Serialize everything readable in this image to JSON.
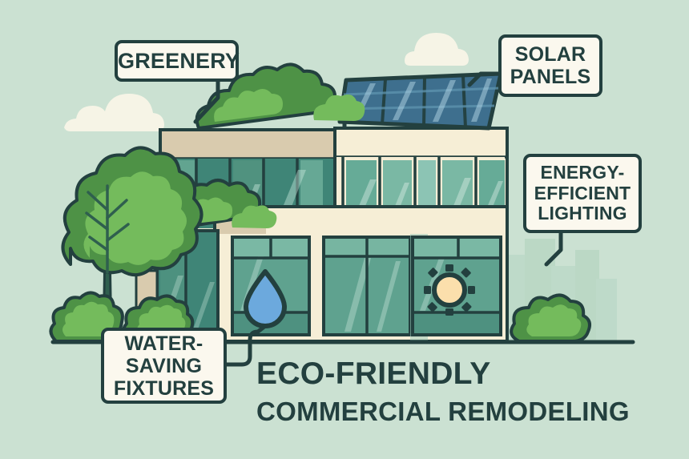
{
  "illustration": {
    "subject": "eco-friendly commercial building",
    "background_color": "#cbe1d2",
    "outline_color": "#23403f"
  },
  "title": {
    "line1": "ECO-FRIENDLY",
    "line2": "COMMERCIAL REMODELING",
    "color": "#23403f"
  },
  "callouts": [
    {
      "id": "greenery",
      "label": "GREENERY",
      "lines": [
        "GREENERY"
      ],
      "points_to": "rooftop-garden-shrubs"
    },
    {
      "id": "solar",
      "label": "SOLAR PANELS",
      "lines": [
        "SOLAR",
        "PANELS"
      ],
      "points_to": "rooftop-solar-array"
    },
    {
      "id": "lighting",
      "label": "ENERGY-EFFICIENT LIGHTING",
      "lines": [
        "ENERGY-",
        "EFFICIENT",
        "LIGHTING"
      ],
      "points_to": "sun-lamp-window-icon"
    },
    {
      "id": "water",
      "label": "WATER-SAVING FIXTURES",
      "lines": [
        "WATER-",
        "SAVING",
        "FIXTURES"
      ],
      "points_to": "water-droplet-window-icon"
    }
  ],
  "icons": {
    "water_droplet": {
      "name": "water-droplet-icon",
      "fill": "#6ca9dd",
      "stroke": "#23403f"
    },
    "sun_lamp": {
      "name": "sun-icon",
      "fill": "#fbdfac",
      "stroke": "#23403f",
      "ray_count": 8
    },
    "solar_panel": {
      "name": "solar-panel-icon",
      "fill": "#3e6f8e",
      "stroke": "#23403f",
      "cell_columns": 4,
      "cell_rows": 3
    }
  },
  "palette": {
    "sky": "#cbe1d2",
    "cloud": "#f6f4e6",
    "facade_cream": "#f6eed6",
    "facade_tan": "#d9cbae",
    "glass_teal_dark": "#3f8577",
    "glass_teal_mid": "#63a694",
    "glass_teal_light": "#8cc4b4",
    "foliage_dark": "#4e9246",
    "foliage_light": "#74bb5c",
    "outline": "#23403f",
    "ground": "#23403f",
    "skyline": "#b9d8c4",
    "drop_blue": "#6ca9dd",
    "sun_cream": "#fbdfac",
    "panel_blue": "#3e6f8e"
  },
  "scene_elements": [
    {
      "name": "cloud-left",
      "type": "cloud"
    },
    {
      "name": "cloud-right",
      "type": "cloud"
    },
    {
      "name": "background-skyline",
      "type": "city-silhouette"
    },
    {
      "name": "tree-large-left",
      "type": "tree"
    },
    {
      "name": "shrub-bottom-left",
      "type": "shrub"
    },
    {
      "name": "shrub-bottom-right",
      "type": "shrub"
    },
    {
      "name": "rooftop-garden-shrubs",
      "type": "greenery"
    },
    {
      "name": "terrace-garden-shrubs",
      "type": "greenery"
    },
    {
      "name": "building-upper-wing",
      "type": "structure"
    },
    {
      "name": "building-main-block",
      "type": "structure"
    },
    {
      "name": "rooftop-solar-array",
      "type": "solar"
    },
    {
      "name": "ground-line",
      "type": "ground"
    }
  ]
}
